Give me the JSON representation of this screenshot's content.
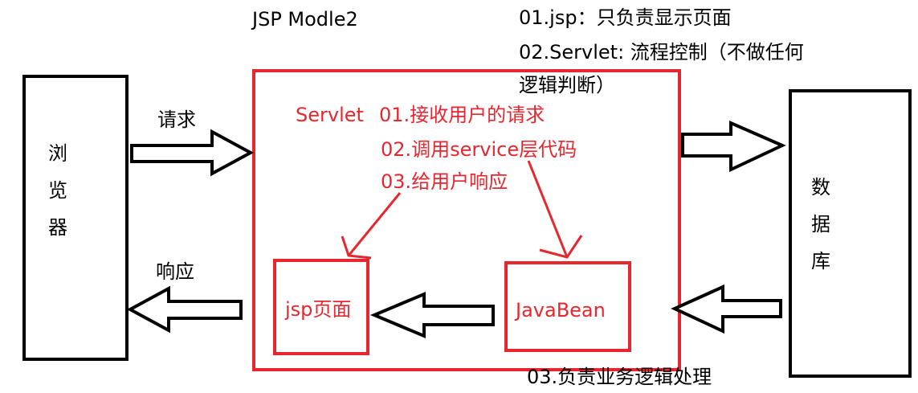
{
  "title": "JSP  Modle2",
  "notes": {
    "jsp_note": "01.jsp：只负责显示页面",
    "servlet_note_line1": "02.Servlet: 流程控制（不做任何",
    "servlet_note_line2": "逻辑判断）",
    "javabean_note": "03.负责业务逻辑处理"
  },
  "browser": {
    "label": "浏览器"
  },
  "database": {
    "label": "数据库"
  },
  "arrows": {
    "request_label": "请求",
    "response_label": "响应"
  },
  "servlet": {
    "label": "Servlet",
    "step1": "01.接收用户的请求",
    "step2": "02.调用service层代码",
    "step3": "03.给用户响应"
  },
  "jsp_page": {
    "label": "jsp页面"
  },
  "javabean": {
    "label": "JavaBean"
  },
  "colors": {
    "black": "#000000",
    "red": "#e8262e"
  }
}
